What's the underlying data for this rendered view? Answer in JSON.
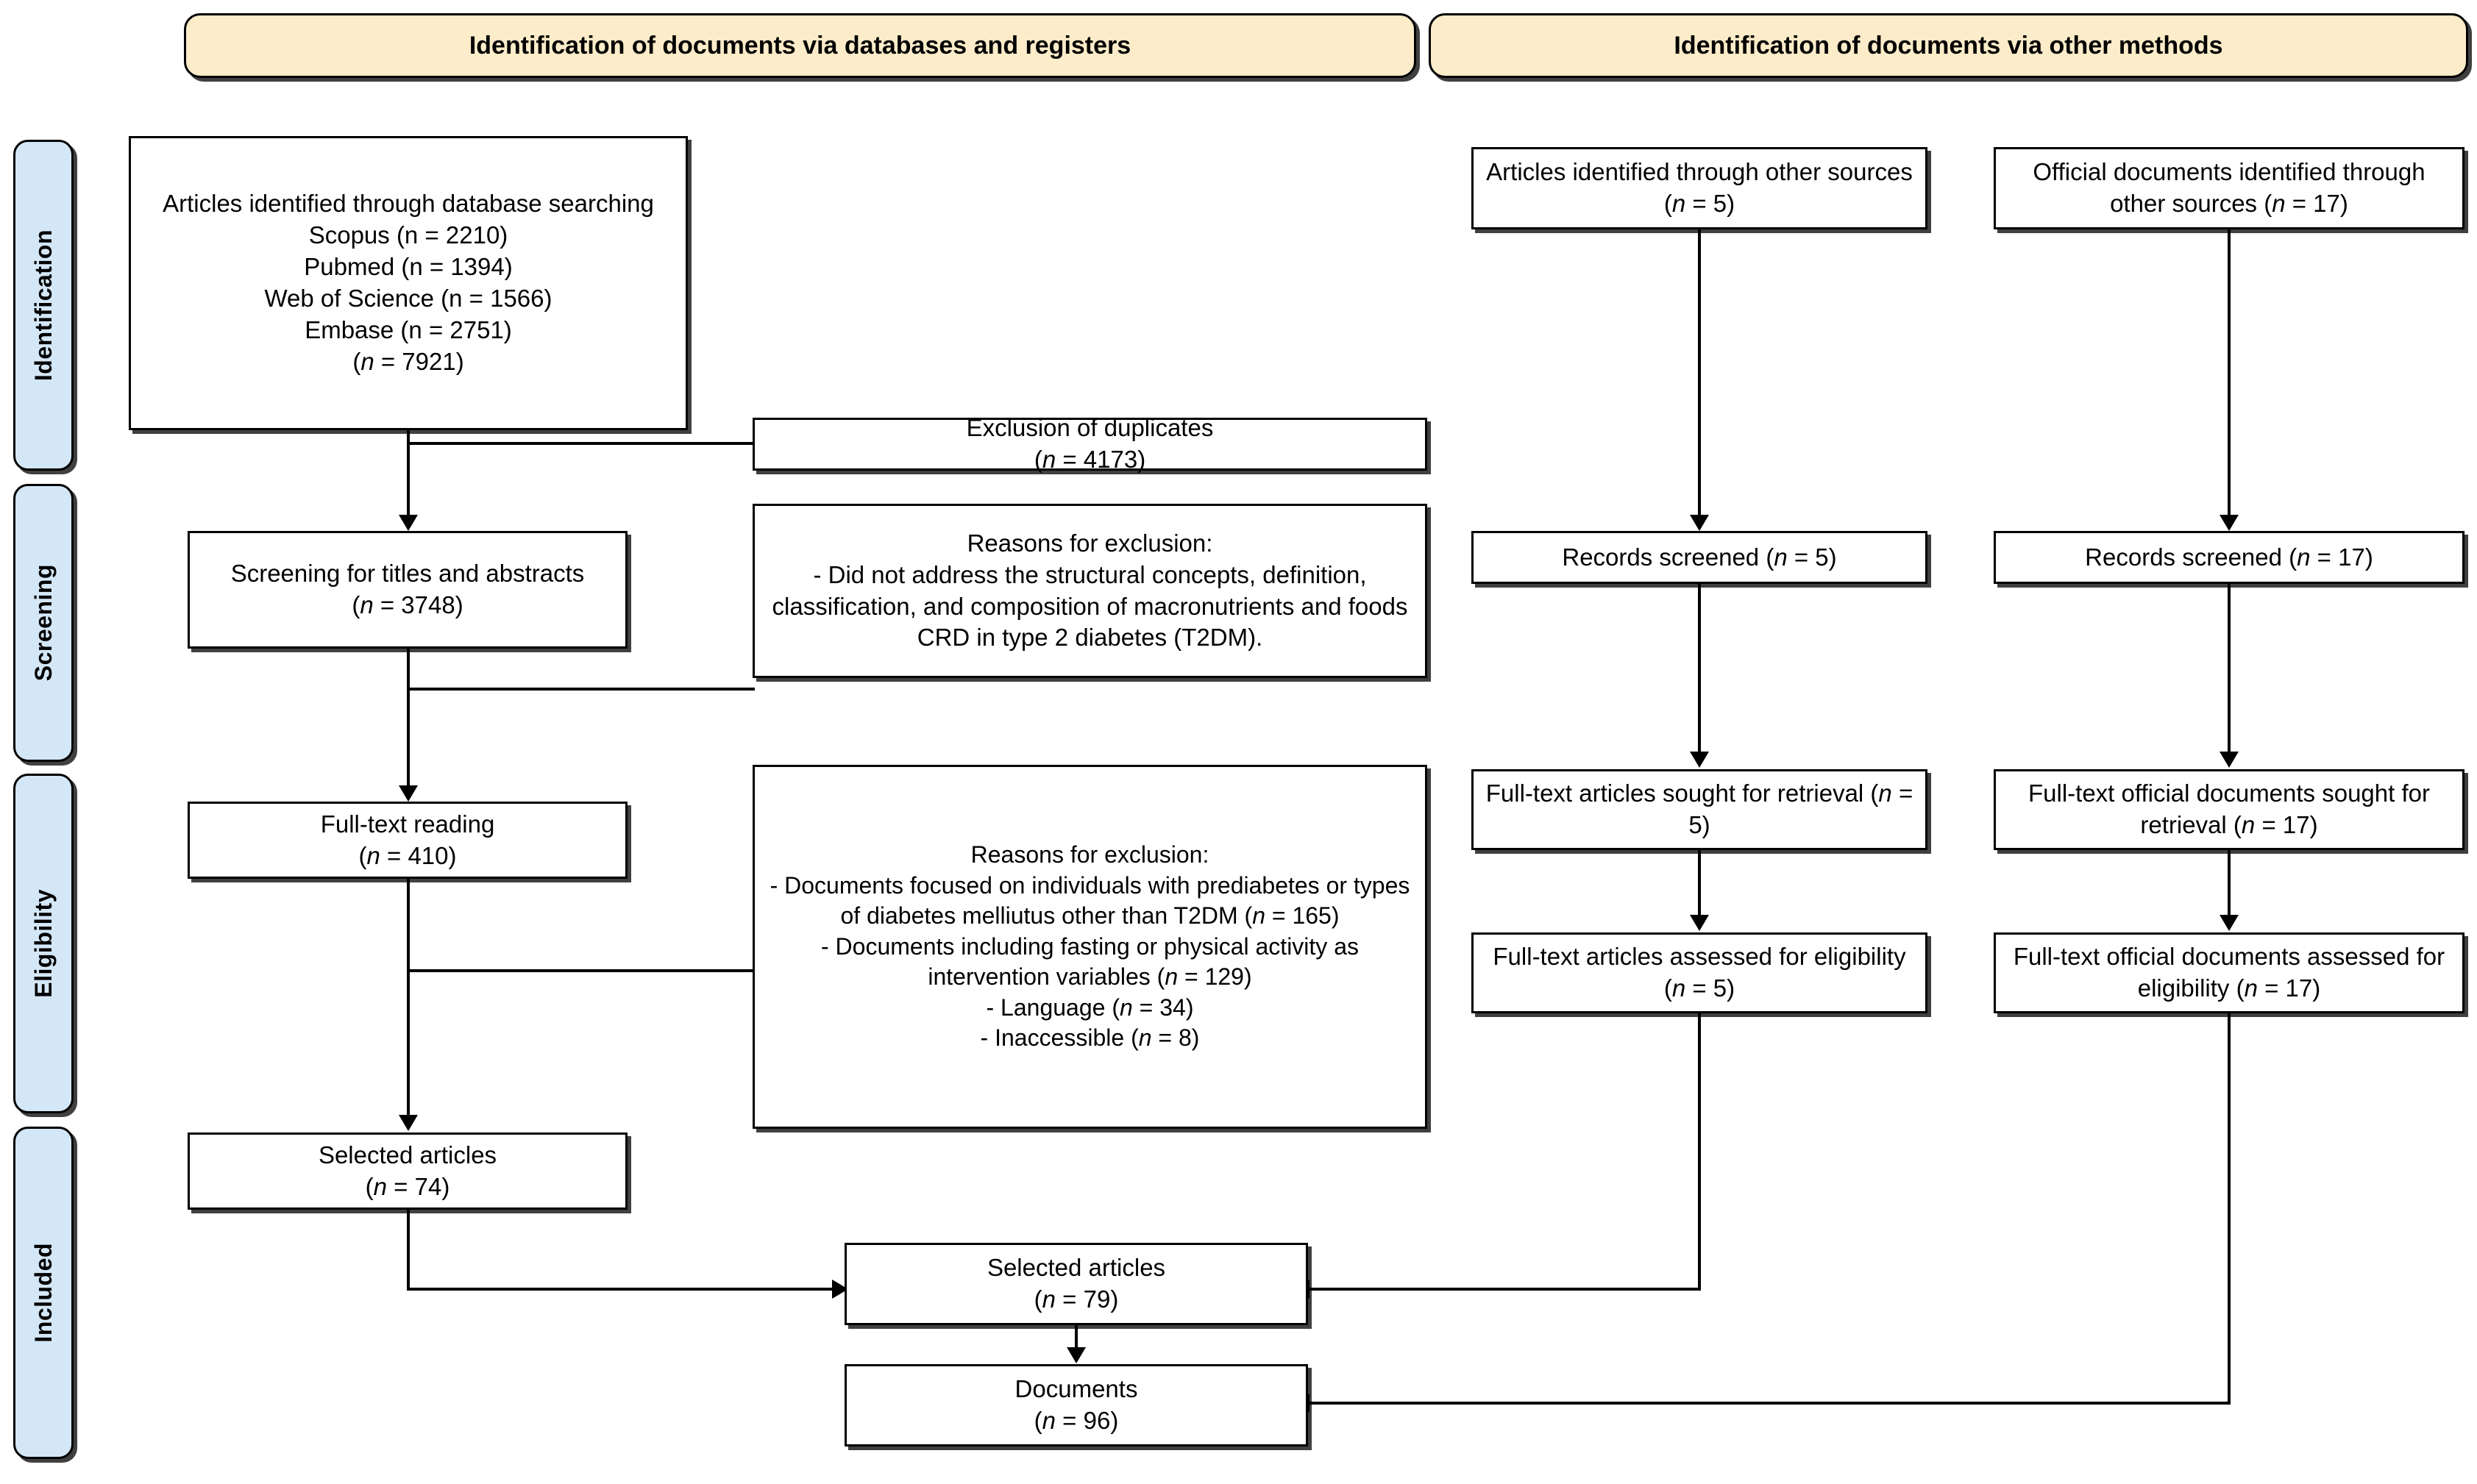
{
  "diagram": {
    "type": "prisma-flow-diagram",
    "colors": {
      "banner_fill": "#fcecc9",
      "stage_fill": "#d4e7f7",
      "box_fill": "#ffffff",
      "stroke": "#000000",
      "background": "#ffffff"
    }
  },
  "banners": {
    "left": "Identification of documents via databases and registers",
    "right": "Identification of documents via other methods"
  },
  "stages": [
    {
      "label": "Identification"
    },
    {
      "label": "Screening"
    },
    {
      "label": "Eligibility"
    },
    {
      "label": "Included"
    }
  ],
  "boxes": {
    "db_identified": {
      "title": "Articles identified through database searching",
      "lines": [
        "Scopus (n = 2210)",
        "Pubmed (n = 1394)",
        "Web of Science (n = 1566)",
        "Embase (n = 2751)"
      ],
      "total_label": "(n = 7921)",
      "total_n": 7921
    },
    "duplicates": {
      "title": "Exclusion of duplicates",
      "count_label": "(n = 4173)",
      "n": 4173
    },
    "screening_titles": {
      "title": "Screening for titles and abstracts",
      "count_label": "(n = 3748)",
      "n": 3748
    },
    "reasons_screening": {
      "title": "Reasons for exclusion:",
      "body": "- Did not address the structural concepts, definition, classification, and composition of macronutrients and foods CRD in type 2 diabetes (T2DM)."
    },
    "fulltext_reading": {
      "title": "Full-text reading",
      "count_label": "(n = 410)",
      "n": 410
    },
    "reasons_eligibility": {
      "title": "Reasons for exclusion:",
      "item1": "- Documents focused on individuals with prediabetes or types of diabetes melliutus other than T2DM (n = 165)",
      "item2": "-  Documents including fasting or physical activity as intervention variables (n =129)",
      "item3": "- Language (n = 34)",
      "item4": "- Inaccessible (n = 8)"
    },
    "selected_74": {
      "title": "Selected articles",
      "count_label": "(n = 74)",
      "n": 74
    },
    "other_articles": {
      "title": "Articles identified through other sources (n = 5)",
      "n": 5
    },
    "official_docs": {
      "title": "Official documents identified through other sources (n = 17)",
      "n": 17
    },
    "records_screened_5": {
      "title": "Records screened (n = 5)",
      "n": 5
    },
    "records_screened_17": {
      "title": "Records screened (n = 17)",
      "n": 17
    },
    "sought_5": {
      "title": "Full-text articles sought for retrieval (n = 5)",
      "n": 5
    },
    "sought_17": {
      "title": "Full-text official documents sought for retrieval (n = 17)",
      "n": 17
    },
    "assessed_5": {
      "title": "Full-text articles assessed for eligibility (n = 5)",
      "n": 5
    },
    "assessed_17": {
      "title": "Full-text official documents assessed for eligibility (n = 17)",
      "n": 17
    },
    "selected_79": {
      "title": "Selected articles",
      "count_label": "(n = 79)",
      "n": 79
    },
    "documents_96": {
      "title": "Documents",
      "count_label": "(n = 96)",
      "n": 96
    }
  }
}
